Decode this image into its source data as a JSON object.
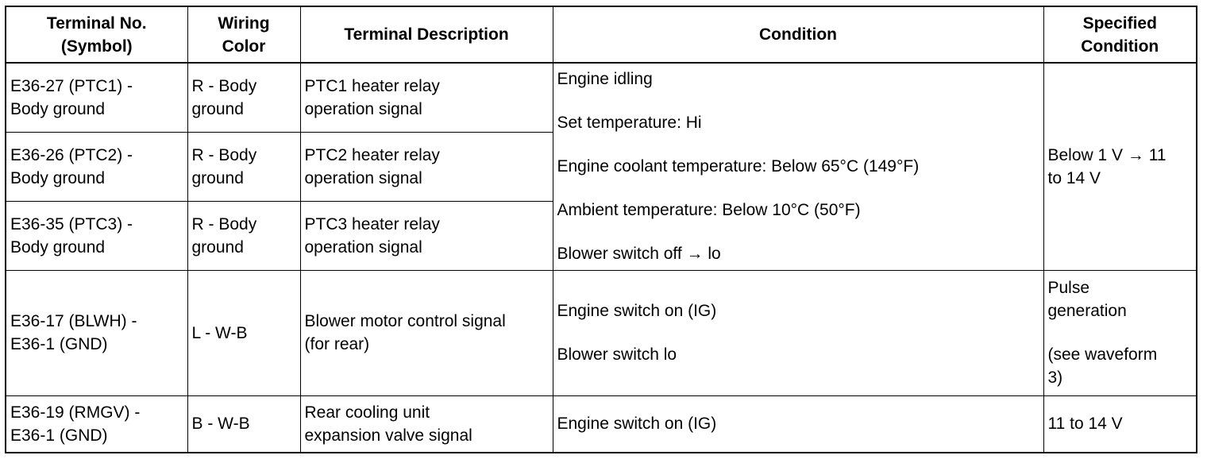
{
  "headers": {
    "terminal": [
      "Terminal No.",
      "(Symbol)"
    ],
    "wiring": [
      "Wiring",
      "Color"
    ],
    "description": "Terminal Description",
    "condition": "Condition",
    "specified": [
      "Specified",
      "Condition"
    ]
  },
  "rows": [
    {
      "terminal": [
        "E36-27 (PTC1) -",
        "Body ground"
      ],
      "wiring": [
        "R - Body",
        "ground"
      ],
      "description": [
        "PTC1 heater relay",
        "operation signal"
      ]
    },
    {
      "terminal": [
        "E36-26 (PTC2) -",
        "Body ground"
      ],
      "wiring": [
        "R - Body",
        "ground"
      ],
      "description": [
        "PTC2 heater relay",
        "operation signal"
      ]
    },
    {
      "terminal": [
        "E36-35 (PTC3) -",
        "Body ground"
      ],
      "wiring": [
        "R - Body",
        "ground"
      ],
      "description": [
        "PTC3 heater relay",
        "operation signal"
      ]
    },
    {
      "terminal": [
        "E36-17 (BLWH) -",
        "E36-1 (GND)"
      ],
      "wiring": [
        "L - W-B"
      ],
      "description": [
        "Blower motor control signal",
        "(for rear)"
      ],
      "condition": [
        "Engine switch on (IG)",
        "Blower switch lo"
      ],
      "specified": [
        "Pulse",
        "generation",
        "(see waveform",
        "3)"
      ]
    },
    {
      "terminal": [
        "E36-19 (RMGV) -",
        "E36-1 (GND)"
      ],
      "wiring": [
        "B - W-B"
      ],
      "description": [
        "Rear cooling unit",
        "expansion valve signal"
      ],
      "condition": [
        "Engine switch on (IG)"
      ],
      "specified": [
        "11 to 14 V"
      ]
    }
  ],
  "shared_ptc": {
    "condition": [
      "Engine idling",
      "Set temperature: Hi",
      "Engine coolant temperature: Below 65°C (149°F)",
      "Ambient temperature: Below 10°C (50°F)",
      "Blower switch off → lo"
    ],
    "specified": [
      "Below 1 V → 11",
      "to 14 V"
    ]
  }
}
